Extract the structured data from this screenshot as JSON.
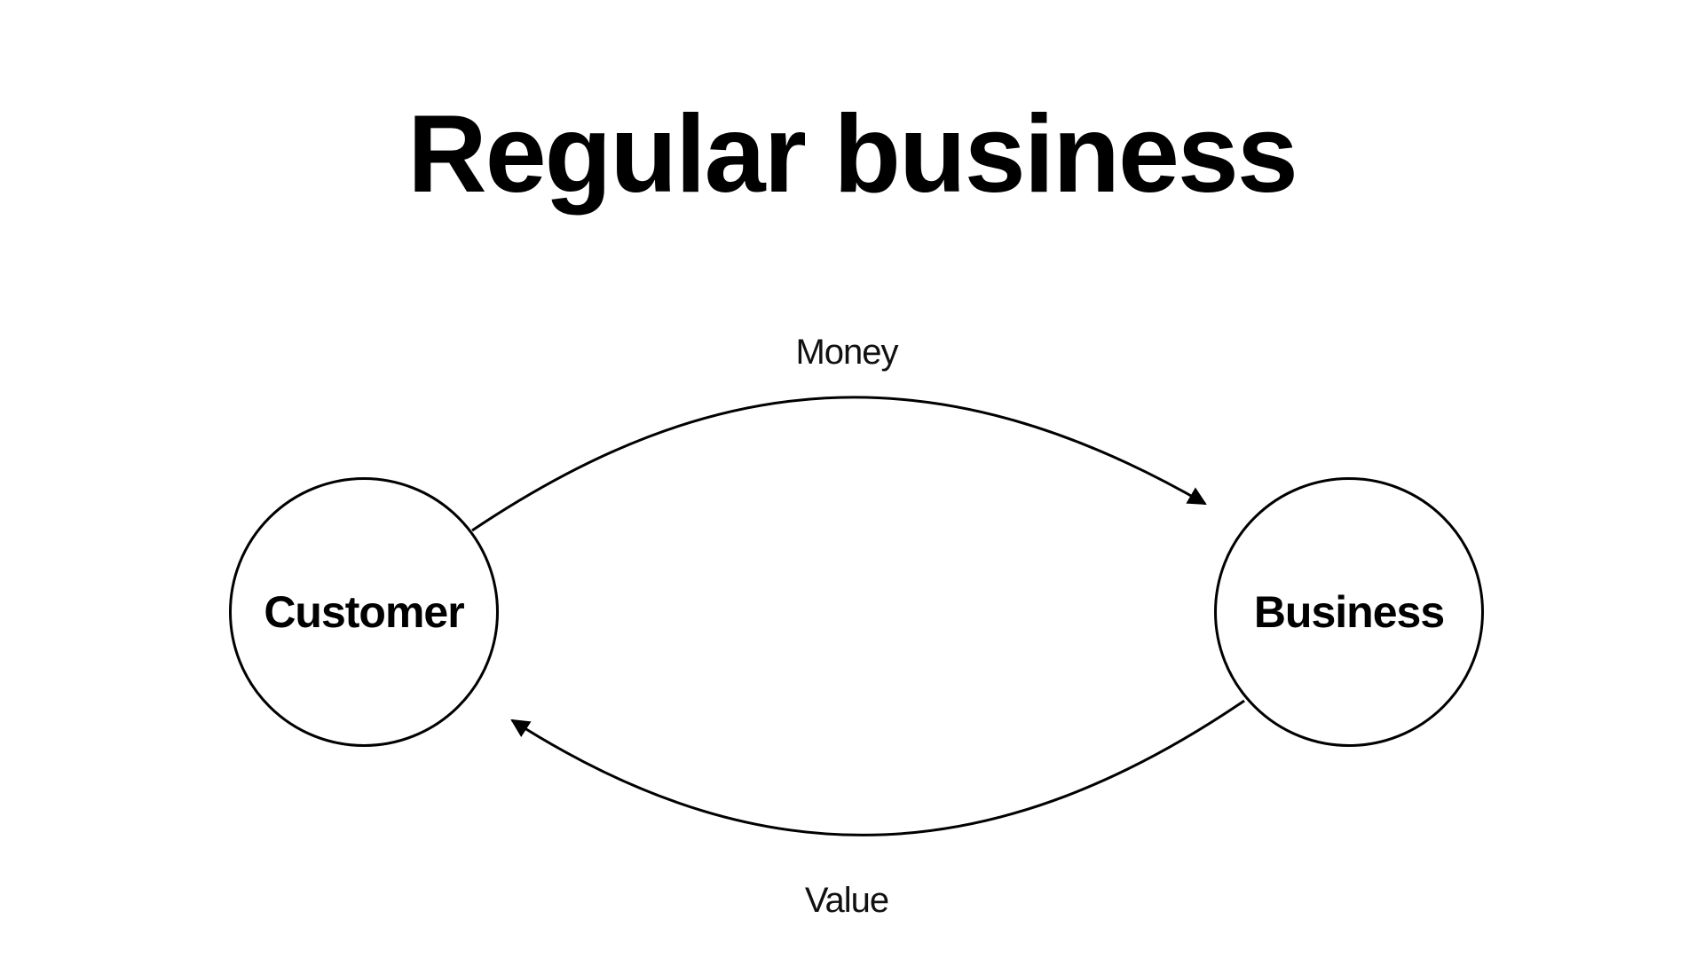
{
  "slide": {
    "title": "Regular business"
  },
  "nodes": {
    "customer": {
      "label": "Customer"
    },
    "business": {
      "label": "Business"
    }
  },
  "edges": {
    "top": {
      "label": "Money",
      "from": "Customer",
      "to": "Business"
    },
    "bottom": {
      "label": "Value",
      "from": "Business",
      "to": "Customer"
    }
  },
  "colors": {
    "background": "#ffffff",
    "ink": "#000000"
  }
}
